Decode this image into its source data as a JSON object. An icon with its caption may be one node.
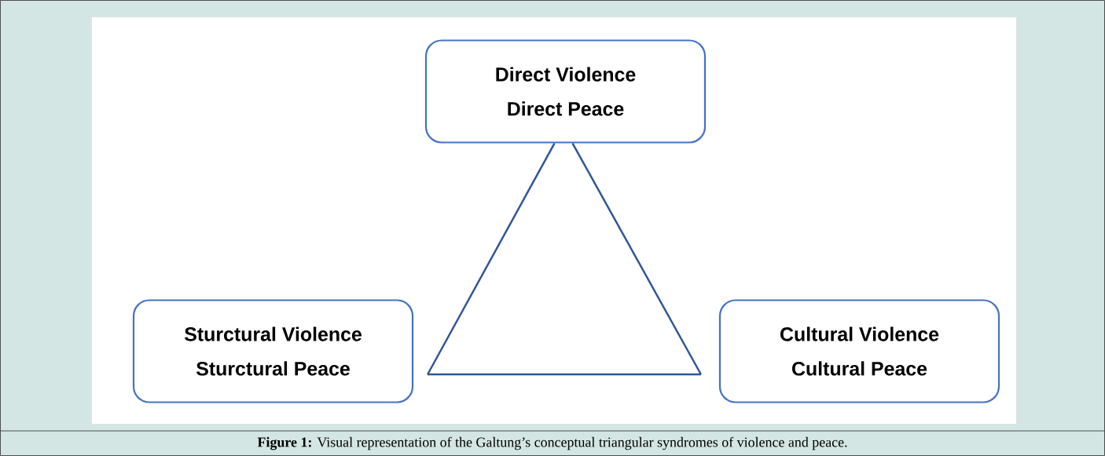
{
  "diagram": {
    "caption": "**Figure 1:** Visual representation of the Galtung’s conceptual triangular syndromes of violence and peace.",
    "nodes": [
      {
        "text": [
          "Direct Violence",
          "Direct Peace"
        ]
      },
      {
        "text": [
          "Sturctural Violence",
          "Sturctural Peace"
        ]
      },
      {
        "text": [
          "Cultural Violence",
          "Cultural Peace"
        ]
      }
    ],
    "edges": [
      {
        "from": 0,
        "to": 1,
        "arrow": "none"
      },
      {
        "from": 1,
        "to": 2,
        "arrow": "none"
      },
      {
        "from": 2,
        "to": 0,
        "arrow": "none"
      }
    ]
  }
}
